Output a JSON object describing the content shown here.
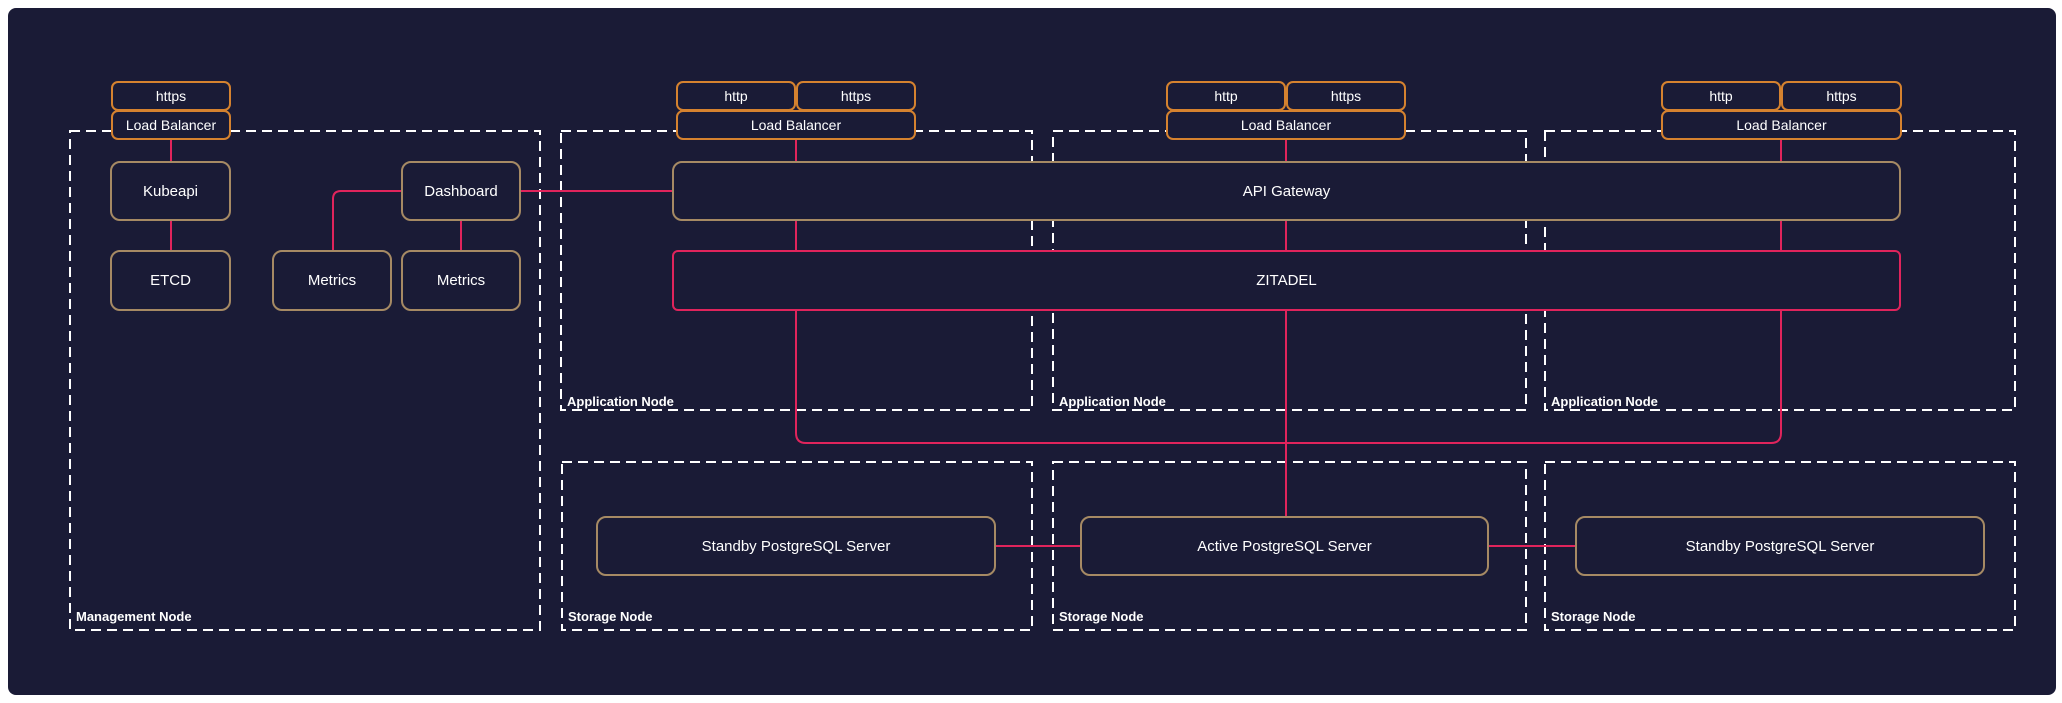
{
  "diagram": {
    "management_node": {
      "label": "Management Node",
      "lb": {
        "protocol": "https",
        "label": "Load Balancer"
      },
      "nodes": {
        "kubeapi": "Kubeapi",
        "etcd": "ETCD",
        "metrics_left": "Metrics",
        "metrics_right": "Metrics",
        "dashboard": "Dashboard"
      }
    },
    "application_nodes": [
      {
        "label": "Application Node",
        "http": "http",
        "https": "https",
        "lb": "Load Balancer"
      },
      {
        "label": "Application Node",
        "http": "http",
        "https": "https",
        "lb": "Load Balancer"
      },
      {
        "label": "Application Node",
        "http": "http",
        "https": "https",
        "lb": "Load Balancer"
      }
    ],
    "shared": {
      "api_gateway": "API Gateway",
      "zitadel": "ZITADEL"
    },
    "storage_nodes": [
      {
        "label": "Storage Node",
        "server": "Standby PostgreSQL Server"
      },
      {
        "label": "Storage Node",
        "server": "Active PostgreSQL Server"
      },
      {
        "label": "Storage Node",
        "server": "Standby PostgreSQL Server"
      }
    ],
    "colors": {
      "page_background": "#ffffff",
      "canvas_background": "#1a1b36",
      "load_balancer_border": "#d5822f",
      "node_border": "#a68a64",
      "zitadel_border": "#e0245c",
      "edge": "#e0245c",
      "container_border": "#ffffff",
      "text": "#ffffff"
    }
  }
}
